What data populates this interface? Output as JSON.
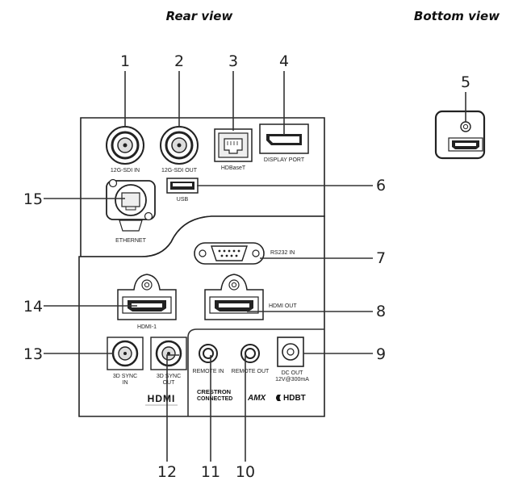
{
  "titles": {
    "rear": "Rear view",
    "bottom": "Bottom view"
  },
  "callouts": [
    "1",
    "2",
    "3",
    "4",
    "5",
    "6",
    "7",
    "8",
    "9",
    "10",
    "11",
    "12",
    "13",
    "14",
    "15"
  ],
  "ports": {
    "sdi_in": "12G-SDI IN",
    "sdi_out": "12G-SDI OUT",
    "hdbaset": "HDBaseT",
    "displayport": "DISPLAY PORT",
    "usb": "USB",
    "ethernet": "ETHERNET",
    "rs232": "RS232 IN",
    "hdmi1": "HDMI-1",
    "hdmi_out": "HDMI OUT",
    "sync_in_1": "3D SYNC",
    "sync_in_2": "IN",
    "sync_out_1": "3D SYNC",
    "sync_out_2": "OUT",
    "remote_in": "REMOTE IN",
    "remote_out": "REMOTE OUT",
    "dc_out_1": "DC OUT",
    "dc_out_2": "12V@300mA"
  },
  "logos": {
    "hdmi": "HDMI",
    "crestron_1": "CRESTRON",
    "crestron_2": "CONNECTED",
    "amx": "AMX",
    "hdbt": "HDBT"
  }
}
